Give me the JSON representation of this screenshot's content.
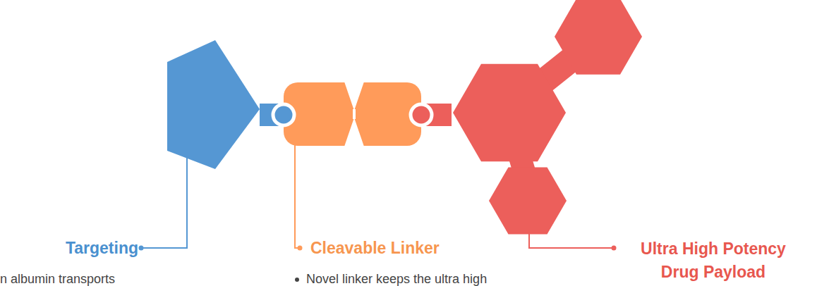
{
  "diagram": {
    "nodes": [
      {
        "text": [
          "Targeting",
          "n albumin transports"
        ]
      },
      {
        "text": [
          "Cleavable Linker",
          "Novel linker keeps the ultra high"
        ]
      },
      {
        "text": [
          "Ultra High Potency Drug Payload"
        ]
      }
    ],
    "edges": [
      {
        "from": 0,
        "to": 1,
        "arrow": "none"
      },
      {
        "from": 1,
        "to": 2,
        "arrow": "none"
      }
    ]
  }
}
